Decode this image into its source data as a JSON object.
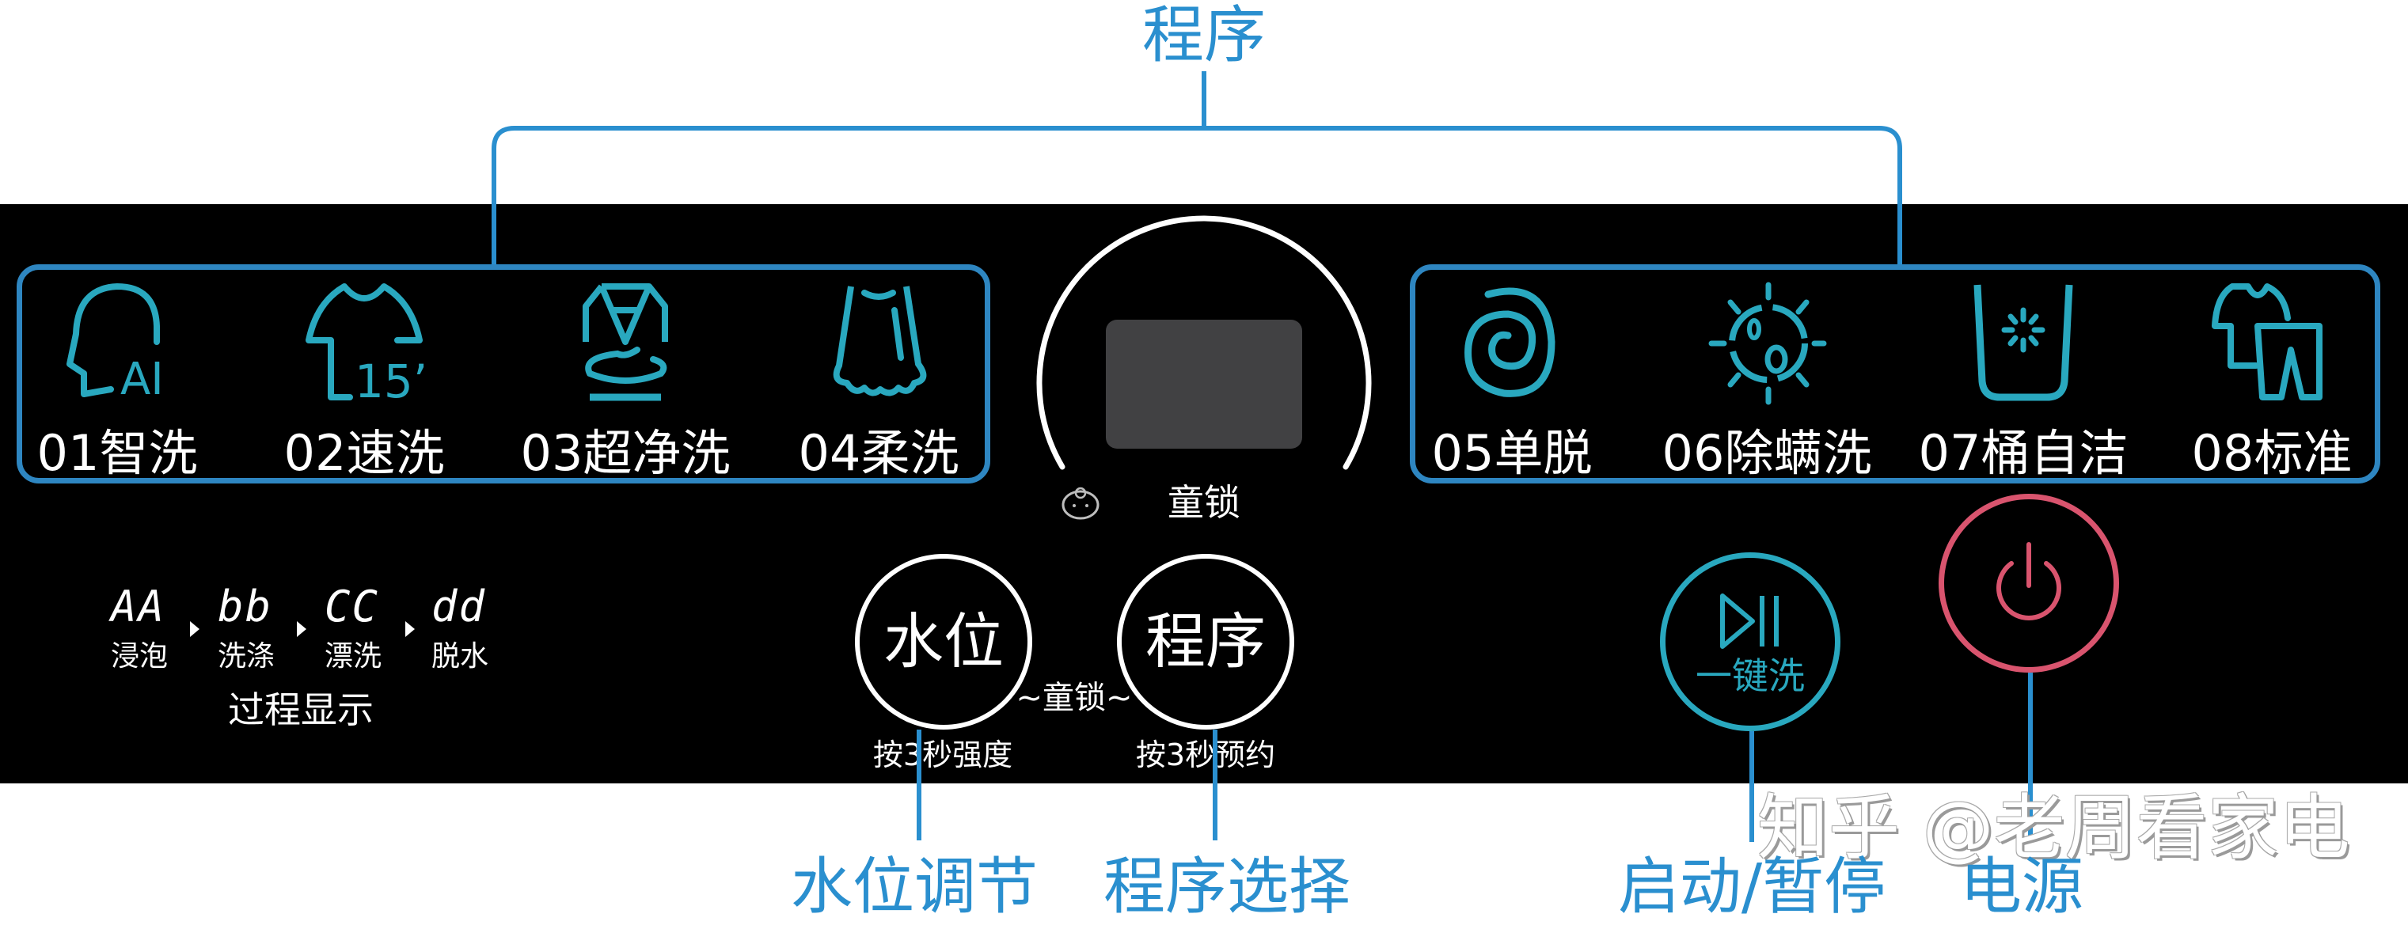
{
  "callouts": {
    "program_title": "程序",
    "water_level": "水位调节",
    "program_select": "程序选择",
    "start_pause": "启动/暂停",
    "power": "电源"
  },
  "programs_left": [
    {
      "code": "01",
      "name": "智洗",
      "label": "01智洗",
      "icon": "ai-head-icon",
      "icon_text": "AI"
    },
    {
      "code": "02",
      "name": "速洗",
      "label": "02速洗",
      "icon": "tshirt-15min-icon",
      "icon_text": "15’"
    },
    {
      "code": "03",
      "name": "超净洗",
      "label": "03超净洗",
      "icon": "shirt-swirl-icon"
    },
    {
      "code": "04",
      "name": "柔洗",
      "label": "04柔洗",
      "icon": "skirt-icon"
    }
  ],
  "programs_right": [
    {
      "code": "05",
      "name": "单脱",
      "label": "05单脱",
      "icon": "spiral-icon"
    },
    {
      "code": "06",
      "name": "除螨洗",
      "label": "06除螨洗",
      "icon": "mite-germ-icon"
    },
    {
      "code": "07",
      "name": "桶自洁",
      "label": "07桶自洁",
      "icon": "tub-sparkle-icon"
    },
    {
      "code": "08",
      "name": "标准",
      "label": "08标准",
      "icon": "shirt-pants-icon"
    }
  ],
  "dial": {
    "child_lock_label": "童锁",
    "baby_icon": "baby-face-icon"
  },
  "process_display": {
    "steps": [
      {
        "code": "AA",
        "label": "浸泡"
      },
      {
        "code": "bb",
        "label": "洗涤"
      },
      {
        "code": "CC",
        "label": "漂洗"
      },
      {
        "code": "dd",
        "label": "脱水"
      }
    ],
    "title": "过程显示"
  },
  "buttons": {
    "water_level": {
      "label": "水位",
      "hold_hint": "按3秒强度"
    },
    "program": {
      "label": "程序",
      "hold_hint": "按3秒预约"
    },
    "child_lock_combo": "~童锁~",
    "one_key_wash": {
      "label": "一键洗",
      "icon": "play-pause-icon"
    },
    "power": {
      "icon": "power-icon"
    }
  },
  "watermark": "知乎 @老周看家电",
  "colors": {
    "callout_blue": "#2a8fcf",
    "icon_teal": "#29a8bf",
    "power_red": "#d9546e",
    "panel_black": "#000000",
    "screen_gray": "#414143"
  }
}
